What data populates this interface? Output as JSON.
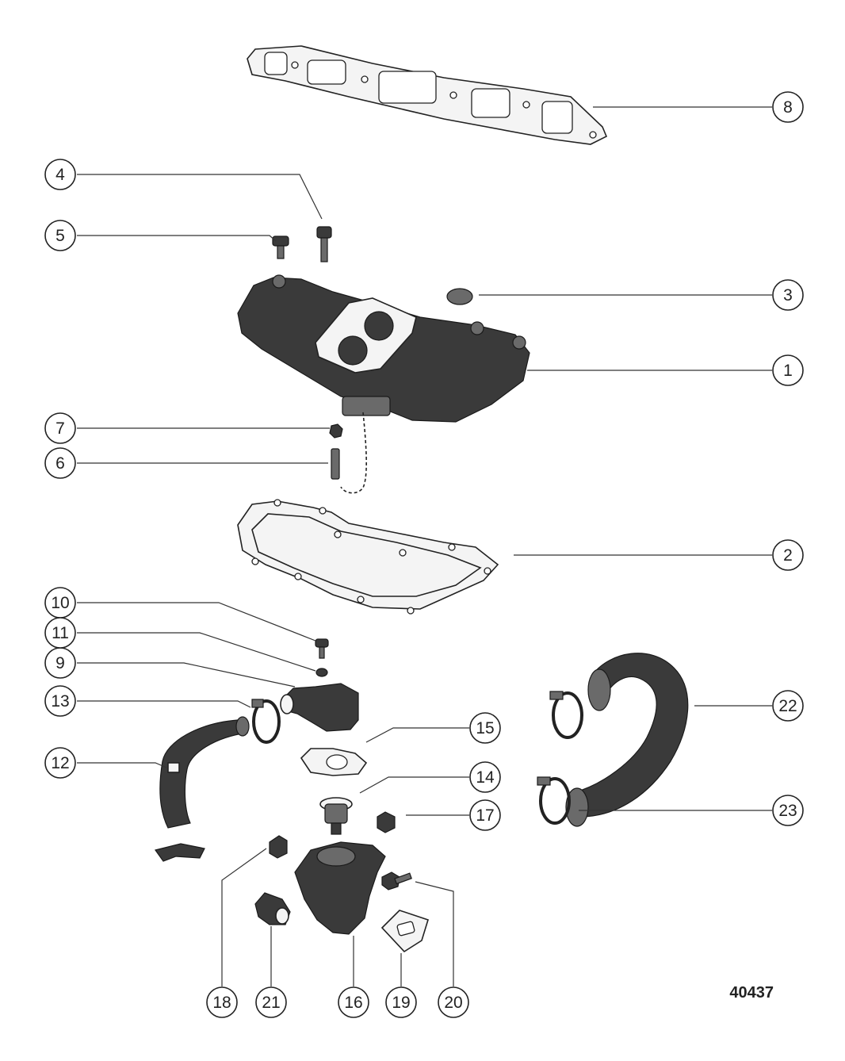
{
  "figure_number": "40437",
  "callouts": [
    "1",
    "2",
    "3",
    "4",
    "5",
    "6",
    "7",
    "8",
    "9",
    "10",
    "11",
    "12",
    "13",
    "14",
    "15",
    "16",
    "17",
    "18",
    "19",
    "20",
    "21",
    "22",
    "23"
  ]
}
